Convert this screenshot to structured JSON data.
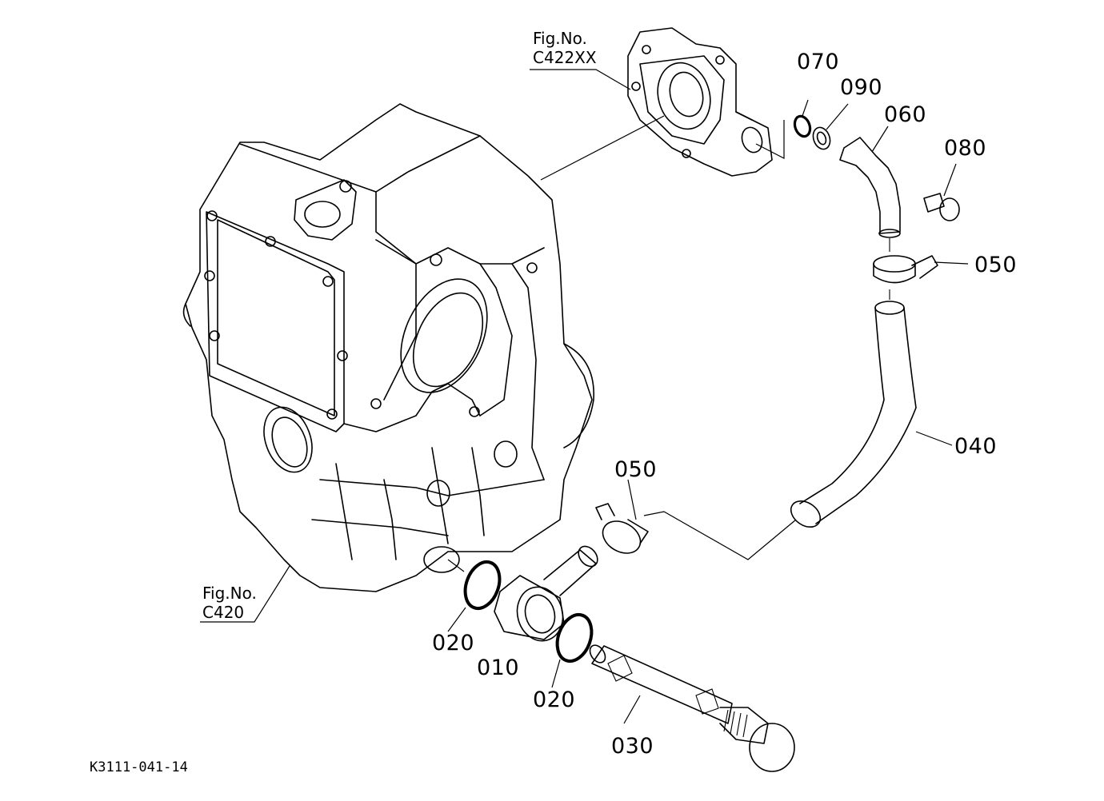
{
  "figure_refs": {
    "top": {
      "line1": "Fig.No.",
      "line2": "C422XX"
    },
    "bottom": {
      "line1": "Fig.No.",
      "line2": "C420"
    }
  },
  "part_labels": {
    "p070": "070",
    "p090": "090",
    "p060": "060",
    "p080": "080",
    "p050_top": "050",
    "p040": "040",
    "p050_mid": "050",
    "p020_left": "020",
    "p010": "010",
    "p020_right": "020",
    "p030": "030"
  },
  "diagram_code": "K3111-041-14"
}
